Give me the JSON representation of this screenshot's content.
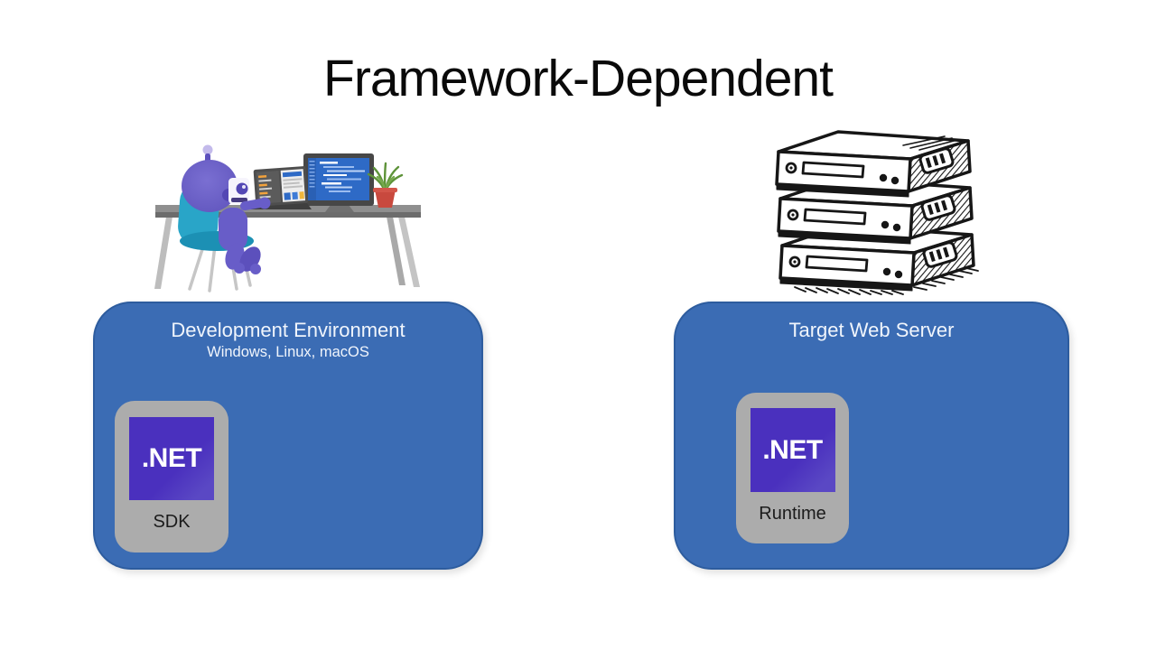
{
  "title": "Framework-Dependent",
  "left_panel": {
    "title": "Development Environment",
    "subtitle": "Windows, Linux, macOS",
    "card": {
      "logo_text": ".NET",
      "label": "SDK"
    }
  },
  "right_panel": {
    "title": "Target Web Server",
    "card": {
      "logo_text": ".NET",
      "label": "Runtime"
    }
  },
  "illustrations": {
    "left_illustration": "robot-developer-at-desk",
    "right_illustration": "hand-drawn-server-stack"
  },
  "colors": {
    "background": "#FFFFFF",
    "title_color": "#0A0A0A",
    "panel_blue": "#3B6CB4",
    "panel_border": "#2D5C9E",
    "panel_text": "#F0F5FC",
    "card_gray": "#ACACAC",
    "dotnet_purple": "#4A30BE",
    "dotnet_text": "#FFFFFF",
    "label_dark": "#1B1B1B"
  }
}
